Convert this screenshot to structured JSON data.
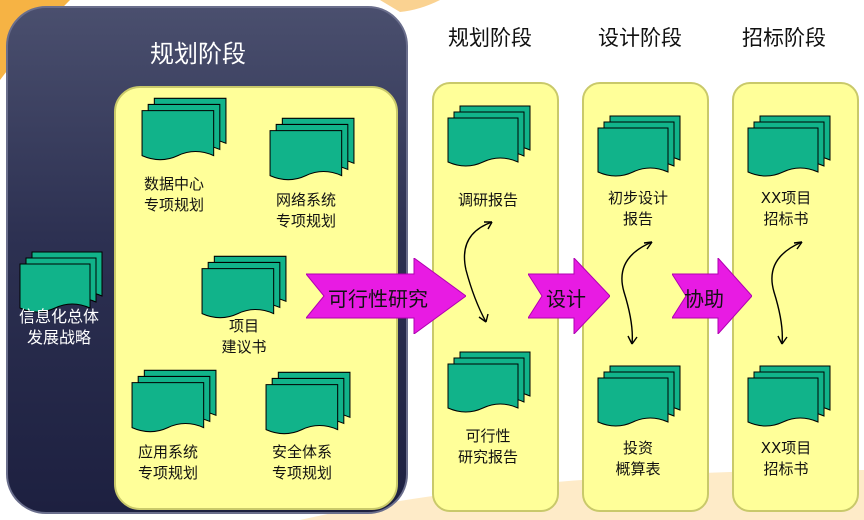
{
  "planning_group": {
    "title": "规划阶段",
    "overall_doc": "信息化总体\n发展战略",
    "docs": [
      "数据中心\n专项规划",
      "网络系统\n专项规划",
      "项目\n建议书",
      "应用系统\n专项规划",
      "安全体系\n专项规划"
    ]
  },
  "stages": [
    {
      "title": "规划阶段",
      "top_doc": "调研报告",
      "bottom_doc": "可行性\n研究报告"
    },
    {
      "title": "设计阶段",
      "top_doc": "初步设计\n报告",
      "bottom_doc": "投资\n概算表"
    },
    {
      "title": "招标阶段",
      "top_doc": "XX项目\n招标书",
      "bottom_doc": "XX项目\n招标书"
    }
  ],
  "arrows": [
    "可行性研究",
    "设计",
    "协助"
  ],
  "colors": {
    "doc_fill": "#11b38a",
    "panel_yellow": "#ffff99",
    "dark_panel": "#2d3152",
    "arrow_magenta": "#e81be3"
  }
}
